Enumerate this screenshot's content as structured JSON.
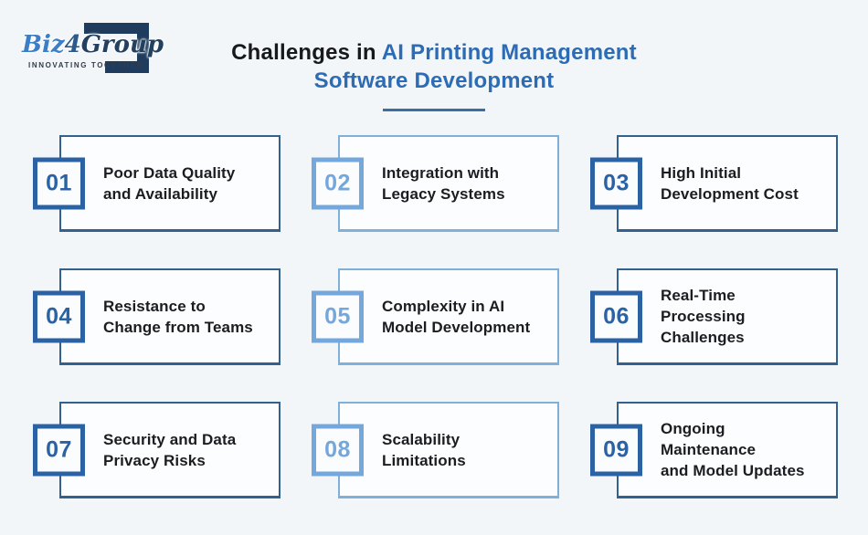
{
  "logo": {
    "brand_biz": "Biz",
    "brand_4": "4",
    "brand_group": "Group",
    "tagline": "INNOVATING TOGETHER"
  },
  "header": {
    "title_prefix": "Challenges in ",
    "title_highlight_line1": "AI Printing Management",
    "title_line2": "Software Development"
  },
  "colors": {
    "page_background": "#f3f6f9",
    "title_highlight_blue": "#2d6cb4",
    "title_black": "#17191d",
    "underline_blue": "#3a6ea5",
    "dark_card_border": "#33618f",
    "dark_badge_accent": "#2b62a4",
    "light_card_border": "#7fb0da",
    "light_badge_accent": "#74a7db",
    "logo_navy": "#1f3c5e"
  },
  "cards": [
    {
      "number": "01",
      "variant": "dark",
      "label_lines": [
        "Poor Data Quality",
        "and Availability"
      ]
    },
    {
      "number": "02",
      "variant": "light",
      "label_lines": [
        "Integration with",
        "Legacy Systems"
      ]
    },
    {
      "number": "03",
      "variant": "dark",
      "label_lines": [
        "High Initial",
        "Development Cost"
      ]
    },
    {
      "number": "04",
      "variant": "dark",
      "label_lines": [
        "Resistance to",
        "Change from Teams"
      ]
    },
    {
      "number": "05",
      "variant": "light",
      "label_lines": [
        "Complexity in AI",
        "Model Development"
      ]
    },
    {
      "number": "06",
      "variant": "dark",
      "label_lines": [
        "Real-Time",
        "Processing",
        "Challenges"
      ]
    },
    {
      "number": "07",
      "variant": "dark",
      "label_lines": [
        "Security and Data",
        "Privacy Risks"
      ]
    },
    {
      "number": "08",
      "variant": "light",
      "label_lines": [
        "Scalability",
        "Limitations"
      ]
    },
    {
      "number": "09",
      "variant": "dark",
      "label_lines": [
        "Ongoing",
        "Maintenance",
        "and Model Updates"
      ]
    }
  ]
}
